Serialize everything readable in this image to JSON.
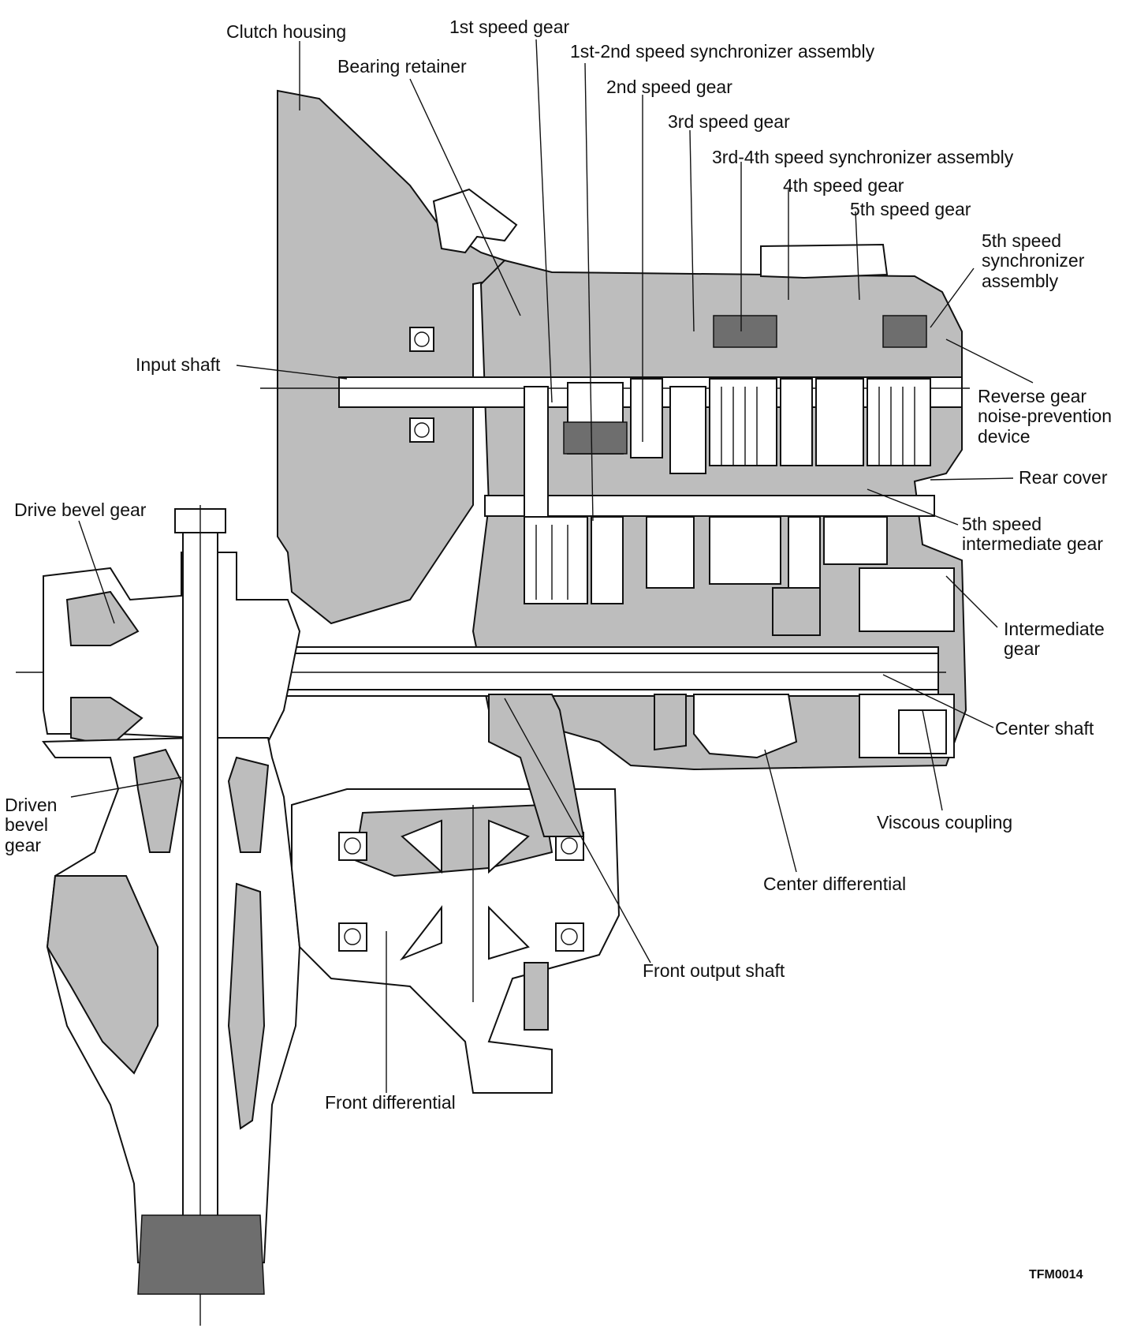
{
  "labels": {
    "clutch_housing": "Clutch housing",
    "first_speed_gear": "1st speed gear",
    "bearing_retainer": "Bearing retainer",
    "first_second_sync": "1st-2nd speed synchronizer assembly",
    "second_speed_gear": "2nd speed gear",
    "third_speed_gear": "3rd speed gear",
    "third_fourth_sync": "3rd-4th speed synchronizer assembly",
    "fourth_speed_gear": "4th speed gear",
    "fifth_speed_gear": "5th speed gear",
    "fifth_sync": "5th speed\nsynchronizer\nassembly",
    "input_shaft": "Input shaft",
    "reverse_gear_device": "Reverse gear\nnoise-prevention\ndevice",
    "rear_cover": "Rear cover",
    "drive_bevel_gear": "Drive bevel gear",
    "fifth_intermediate_gear": "5th speed\nintermediate gear",
    "intermediate_gear": "Intermediate\ngear",
    "center_shaft": "Center shaft",
    "driven_bevel_gear": "Driven\nbevel\ngear",
    "viscous_coupling": "Viscous coupling",
    "center_differential": "Center differential",
    "front_output_shaft": "Front output shaft",
    "front_differential": "Front differential"
  },
  "figure_code": "TFM0014"
}
